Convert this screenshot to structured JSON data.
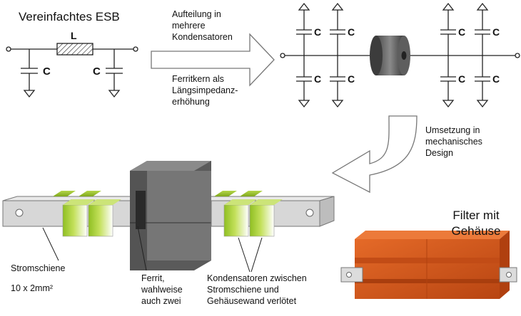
{
  "esb_title": "Vereinfachtes ESB",
  "inductor_label": "L",
  "cap_label": "C",
  "arrow_top": [
    "Aufteilung in",
    "mehrere",
    "Kondensatoren"
  ],
  "arrow_bottom": [
    "Ferritkern als",
    "Längsimpedanz-",
    "erhöhung"
  ],
  "umsetzung": [
    "Umsetzung in",
    "mechanisches",
    "Design"
  ],
  "stromschiene": "Stromschiene",
  "stromschiene_size": "10 x 2mm²",
  "ferrit": [
    "Ferrit,",
    "wahlweise",
    "auch zwei"
  ],
  "kondensatoren": [
    "Kondensatoren zwischen",
    "Stromschiene und",
    "Gehäusewand verlötet"
  ],
  "filter": [
    "Filter mit",
    "Gehäuse"
  ],
  "colors": {
    "capacitor_green": "#a8cc3a",
    "ferrite_gray": "#6f6f6f",
    "housing_orange": "#d4541a"
  }
}
